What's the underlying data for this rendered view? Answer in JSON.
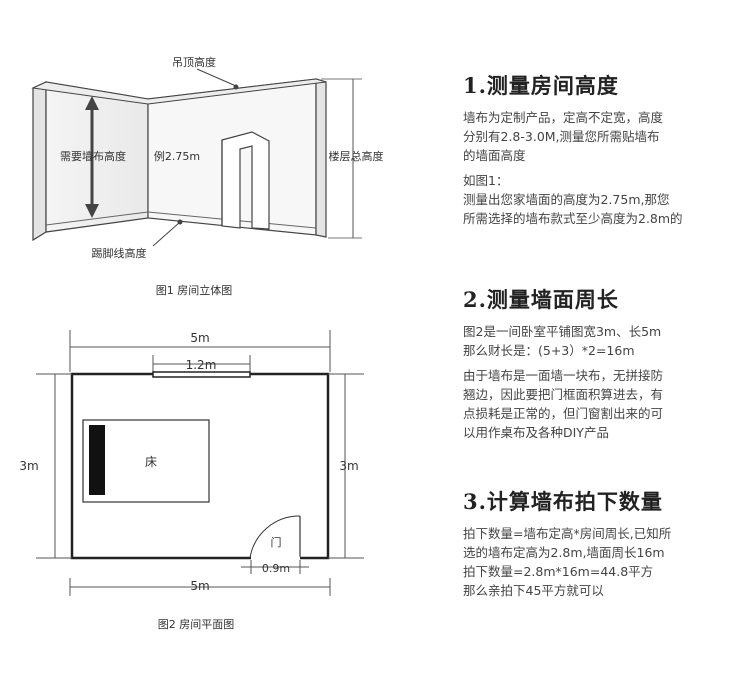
{
  "figure1": {
    "ceiling_label": "吊顶高度",
    "wall_height_label": "需要墙布高度",
    "example_label": "例2.75m",
    "floor_height_label": "楼层总高度",
    "skirting_label": "踢脚线高度",
    "caption": "图1  房间立体图"
  },
  "figure2": {
    "top_width": "5m",
    "window_width": "1.2m",
    "left_height": "3m",
    "right_height": "3m",
    "bed_label": "床",
    "door_label": "门",
    "door_width": "0.9m",
    "bottom_width": "5m",
    "caption": "图2  房间平面图"
  },
  "sections": [
    {
      "title": "1.测量房间高度",
      "paragraphs": [
        [
          "墙布为定制产品，定高不定宽，高度",
          "分别有2.8-3.0M,测量您所需贴墙布",
          "的墙面高度"
        ],
        [
          "如图1：",
          "测量出您家墙面的高度为2.75m,那您",
          "所需选择的墙布款式至少高度为2.8m的"
        ]
      ]
    },
    {
      "title": "2.测量墙面周长",
      "paragraphs": [
        [
          "图2是一间卧室平铺图宽3m、长5m",
          "那么财长是：(5+3）*2=16m"
        ],
        [
          "由于墙布是一面墙一块布，无拼接防",
          "翘边，因此要把门框面积算进去，有",
          "点损耗是正常的，但门窗割出来的可",
          "以用作桌布及各种DIY产品"
        ]
      ]
    },
    {
      "title": "3.计算墙布拍下数量",
      "paragraphs": [
        [
          "拍下数量=墙布定高*房间周长,已知所",
          "选的墙布定高为2.8m,墙面周长16m",
          "拍下数量=2.8m*16m=44.8平方",
          "那么亲拍下45平方就可以"
        ]
      ]
    }
  ]
}
